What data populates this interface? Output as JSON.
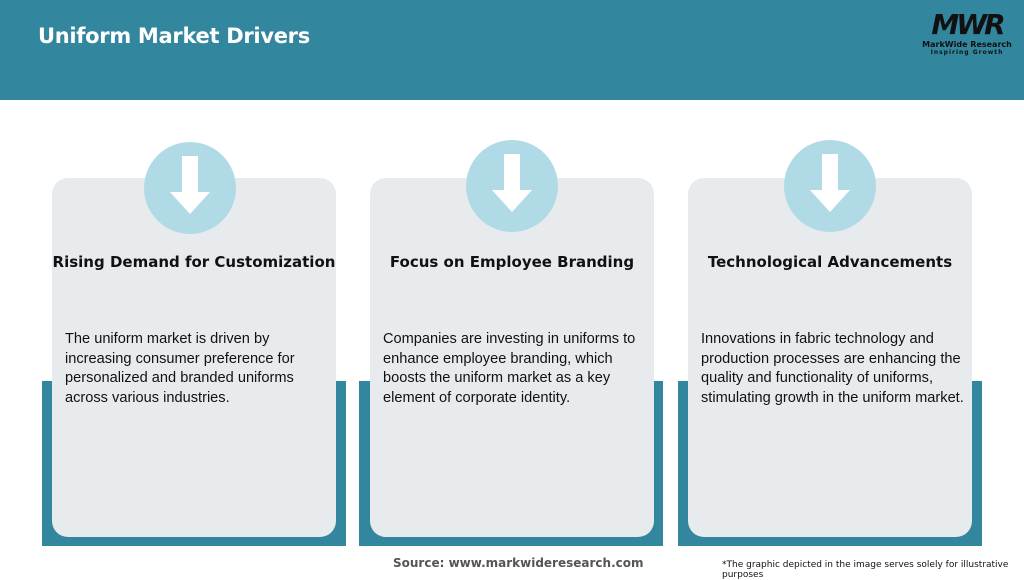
{
  "header": {
    "title": "Uniform Market Drivers",
    "logo": {
      "mark": "MWR",
      "name": "MarkWide Research",
      "tagline": "Inspiring Growth"
    }
  },
  "cards": [
    {
      "icon": "arrow-down-icon",
      "title": "Rising Demand for Customization",
      "body": "The uniform market is driven by increasing consumer preference for personalized and branded uniforms across various industries."
    },
    {
      "icon": "arrow-down-icon",
      "title": "Focus on Employee Branding",
      "body": "Companies are investing in uniforms to enhance employee branding, which boosts the uniform market as a key element of corporate identity."
    },
    {
      "icon": "arrow-down-icon",
      "title": "Technological Advancements",
      "body": "Innovations in fabric technology and production processes are enhancing the quality and functionality of uniforms, stimulating growth in the uniform market."
    }
  ],
  "footer": {
    "source": "Source: www.markwideresearch.com",
    "note": "*The graphic depicted in the image serves solely for illustrative purposes"
  },
  "colors": {
    "primary": "#32869d",
    "card": "#e8ebed",
    "circle": "#b0dbe6"
  }
}
